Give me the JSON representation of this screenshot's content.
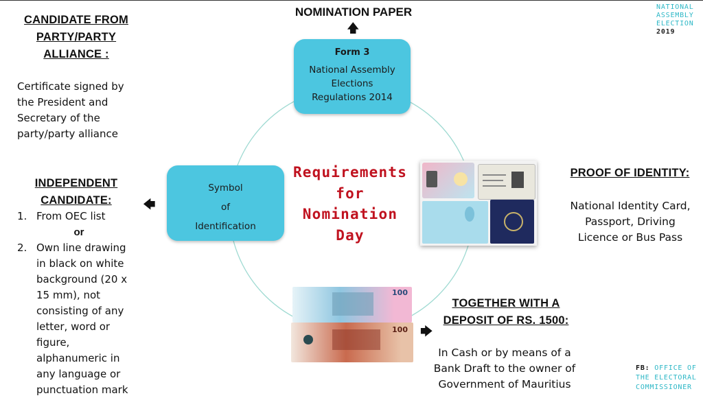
{
  "header": {
    "nomination_paper": "NOMINATION PAPER",
    "corner_line1": "NATIONAL",
    "corner_line2": "ASSEMBLY",
    "corner_line3": "ELECTION",
    "corner_year": "2019"
  },
  "form_box": {
    "title": "Form 3",
    "line1": "National Assembly",
    "line2": "Elections",
    "line3": "Regulations 2014"
  },
  "center": {
    "line1": "Requirements",
    "line2": "for",
    "line3": "Nomination",
    "line4": "Day"
  },
  "symbol_box": {
    "line1": "Symbol",
    "line2": "of",
    "line3": "Identification"
  },
  "party_candidate": {
    "title_line1": "CANDIDATE FROM",
    "title_line2": "PARTY/PARTY",
    "title_line3": "ALLIANCE :",
    "body_line1": "Certificate signed by",
    "body_line2": "the President and",
    "body_line3": "Secretary of the",
    "body_line4": "party/party alliance"
  },
  "independent_candidate": {
    "title_line1": "INDEPENDENT",
    "title_line2": "CANDIDATE:",
    "item1_num": "1.",
    "item1_text": "From OEC list",
    "or": "or",
    "item2_num": "2.",
    "item2_lines": [
      "Own line drawing",
      "in black on white",
      "background (20 x",
      "15 mm), not",
      "consisting of any",
      "letter, word or",
      "figure,",
      "alphanumeric in",
      "any language or",
      "punctuation mark"
    ]
  },
  "proof_identity": {
    "title": "PROOF OF IDENTITY:",
    "line1": "National Identity Card,",
    "line2": "Passport, Driving",
    "line3": "Licence or Bus Pass"
  },
  "deposit": {
    "title_line1": "TOGETHER WITH A",
    "title_line2": "DEPOSIT OF RS. 1500:",
    "line1": "In Cash or by means of a",
    "line2": "Bank Draft to the owner of",
    "line3": "Government of Mauritius"
  },
  "footer": {
    "fb_label": "FB:",
    "fb_line1": "OFFICE OF",
    "fb_line2": "THE ELECTORAL",
    "fb_line3": "COMMISSIONER"
  },
  "banknote_value": "100",
  "colors": {
    "box_fill": "#4cc6e0",
    "center_text": "#c0121f",
    "circle_stroke": "#9fdad2",
    "corner_text": "#2cb7c6"
  },
  "icons": [
    "arrow-up-icon",
    "arrow-left-icon",
    "arrow-right-icon"
  ]
}
